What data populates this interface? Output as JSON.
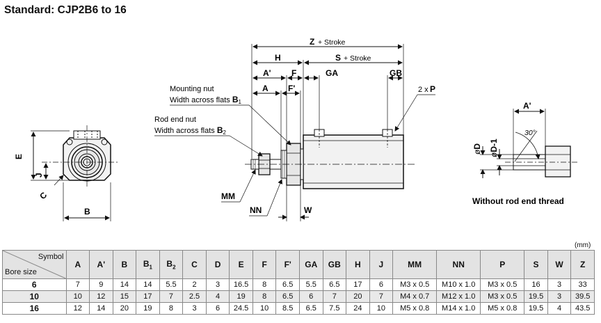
{
  "title": "Standard: CJP2B6 to 16",
  "unit": "(mm)",
  "views": {
    "front": {
      "E": "E",
      "J": "J",
      "C": "C",
      "B": "B"
    },
    "side": {
      "Z": "Z",
      "Z_suffix": "+ Stroke",
      "H": "H",
      "S": "S",
      "S_suffix": "+ Stroke",
      "A_prime": "A'",
      "F": "F",
      "GA": "GA",
      "GB": "GB",
      "A": "A",
      "F_prime": "F'",
      "two_x": "2 x ",
      "P": "P",
      "mounting_nut": "Mounting nut",
      "width_across_flats": "Width across flats ",
      "B1_main": "B",
      "B1_sub": "1",
      "rod_end_nut": "Rod end nut",
      "B2_main": "B",
      "B2_sub": "2",
      "MM": "MM",
      "NN": "NN",
      "W": "W"
    },
    "alt": {
      "A_prime": "A'",
      "D": "D",
      "D1": "D-1",
      "phi": "ø",
      "angle": "30°",
      "caption": "Without rod end thread"
    }
  },
  "table": {
    "corner_symbol": "Symbol",
    "corner_bore": "Bore size",
    "headers": [
      {
        "main": "A",
        "sub": ""
      },
      {
        "main": "A'",
        "sub": ""
      },
      {
        "main": "B",
        "sub": ""
      },
      {
        "main": "B",
        "sub": "1"
      },
      {
        "main": "B",
        "sub": "2"
      },
      {
        "main": "C",
        "sub": ""
      },
      {
        "main": "D",
        "sub": ""
      },
      {
        "main": "E",
        "sub": ""
      },
      {
        "main": "F",
        "sub": ""
      },
      {
        "main": "F'",
        "sub": ""
      },
      {
        "main": "GA",
        "sub": ""
      },
      {
        "main": "GB",
        "sub": ""
      },
      {
        "main": "H",
        "sub": ""
      },
      {
        "main": "J",
        "sub": ""
      },
      {
        "main": "MM",
        "sub": ""
      },
      {
        "main": "NN",
        "sub": ""
      },
      {
        "main": "P",
        "sub": ""
      },
      {
        "main": "S",
        "sub": ""
      },
      {
        "main": "W",
        "sub": ""
      },
      {
        "main": "Z",
        "sub": ""
      }
    ],
    "rows": [
      {
        "bore": "6",
        "values": [
          "7",
          "9",
          "14",
          "14",
          "5.5",
          "2",
          "3",
          "16.5",
          "8",
          "6.5",
          "5.5",
          "6.5",
          "17",
          "6",
          "M3 x 0.5",
          "M10 x 1.0",
          "M3 x 0.5",
          "16",
          "3",
          "33"
        ]
      },
      {
        "bore": "10",
        "values": [
          "10",
          "12",
          "15",
          "17",
          "7",
          "2.5",
          "4",
          "19",
          "8",
          "6.5",
          "6",
          "7",
          "20",
          "7",
          "M4 x 0.7",
          "M12 x 1.0",
          "M3 x 0.5",
          "19.5",
          "3",
          "39.5"
        ]
      },
      {
        "bore": "16",
        "values": [
          "12",
          "14",
          "20",
          "19",
          "8",
          "3",
          "6",
          "24.5",
          "10",
          "8.5",
          "6.5",
          "7.5",
          "24",
          "10",
          "M5 x 0.8",
          "M14 x 1.0",
          "M5 x 0.8",
          "19.5",
          "4",
          "43.5"
        ]
      }
    ]
  }
}
